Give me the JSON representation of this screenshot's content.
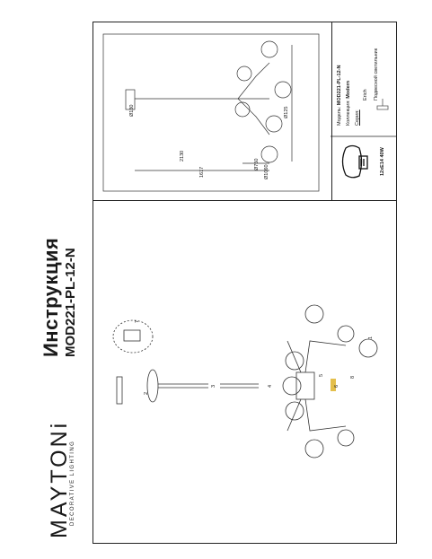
{
  "brand": {
    "name": "MAYTONi",
    "tagline": "DECORATIVE LIGHTING"
  },
  "header": {
    "title": "Инструкция",
    "model": "MOD221-PL-12-N"
  },
  "product": {
    "model_label": "Модель:",
    "model_value": "MOD221-PL-12-N",
    "collection_label": "Коллекция:",
    "collection_value": "Modern",
    "series_label": "Серия:",
    "series_value": "Erich",
    "type_value": "Подвесной светильник"
  },
  "lamp": {
    "spec": "12xE14 40W"
  },
  "dimensions": {
    "d1": "Ø750",
    "d2": "Ø1060",
    "d3": "1617",
    "d4": "Ø130",
    "d5": "2130",
    "d6": "Ø125"
  },
  "callouts": [
    "1",
    "2",
    "3",
    "4",
    "5",
    "6",
    "7",
    "8"
  ],
  "colors": {
    "line": "#222222",
    "accent": "#d9a400"
  }
}
